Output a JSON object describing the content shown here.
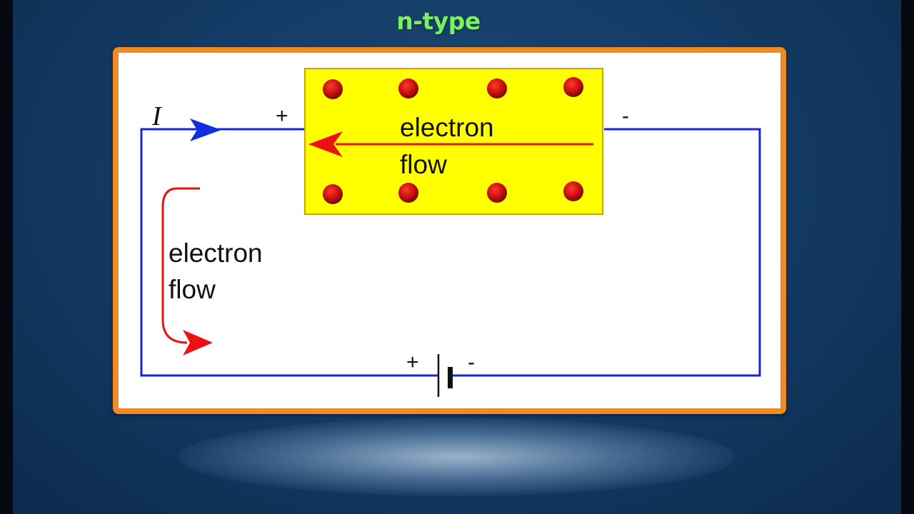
{
  "slide": {
    "title": "n-type"
  },
  "circuit": {
    "current_symbol": "I",
    "semiconductor": {
      "terminal_left": "+",
      "terminal_right": "-",
      "flow_label_line1": "electron",
      "flow_label_line2": "flow",
      "carriers_top_row": 4,
      "carriers_bottom_row": 4
    },
    "external_flow_label_line1": "electron",
    "external_flow_label_line2": "flow",
    "battery": {
      "positive": "+",
      "negative": "-"
    }
  },
  "colors": {
    "wire": "#1a24d6",
    "semiconductor_fill": "#ffff00",
    "semiconductor_border": "#c9a21a",
    "carrier": "#c81010",
    "electron_arrow": "#ee1111",
    "current_arrow": "#1030e0",
    "frame": "#f08a24",
    "title": "#79f25a"
  }
}
